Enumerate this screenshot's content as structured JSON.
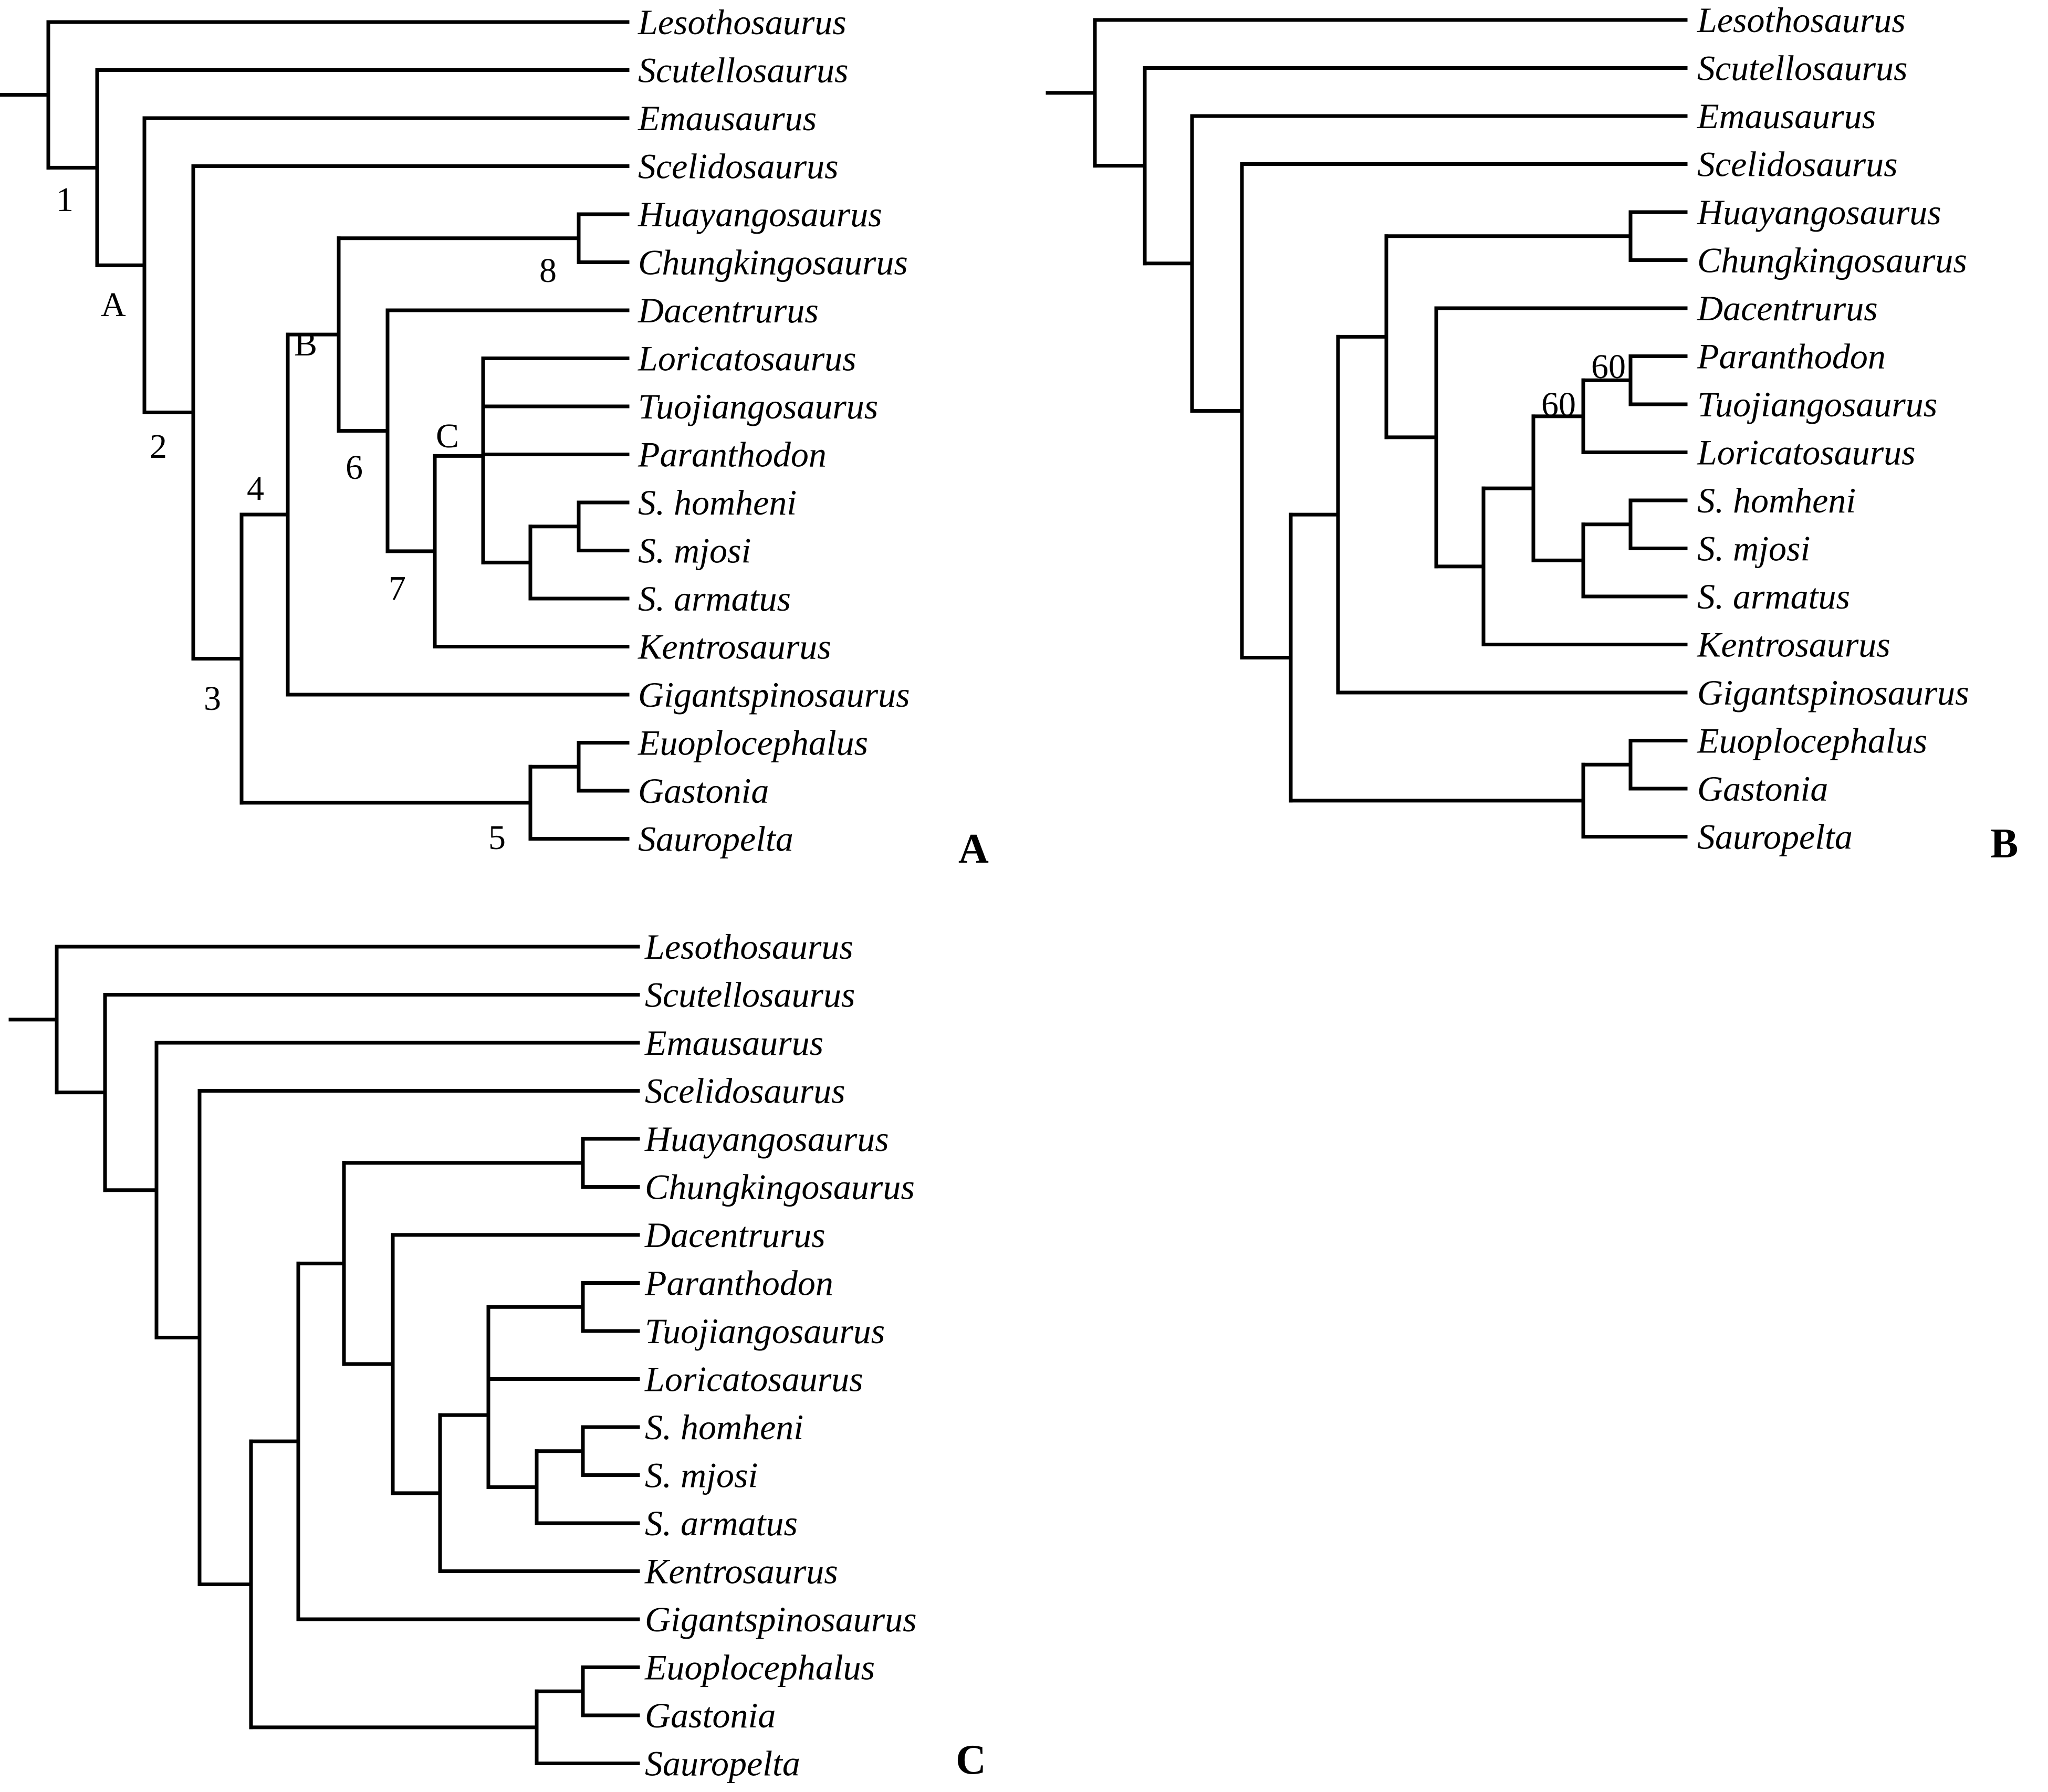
{
  "taxa": {
    "lesothosaurus": "Lesothosaurus",
    "scutellosaurus": "Scutellosaurus",
    "emausaurus": "Emausaurus",
    "scelidosaurus": "Scelidosaurus",
    "huayangosaurus": "Huayangosaurus",
    "chungkingosaurus": "Chungkingosaurus",
    "dacentrurus": "Dacentrurus",
    "loricatosaurus": "Loricatosaurus",
    "tuojiangosaurus": "Tuojiangosaurus",
    "paranthodon": "Paranthodon",
    "s_homheni": "S. homheni",
    "s_mjosi": "S. mjosi",
    "s_armatus": "S. armatus",
    "kentrosaurus": "Kentrosaurus",
    "gigantspinosaurus": "Gigantspinosaurus",
    "euoplocephalus": "Euoplocephalus",
    "gastonia": "Gastonia",
    "sauropelta": "Sauropelta"
  },
  "panels": [
    {
      "letter": "A",
      "tips": [
        "lesothosaurus",
        "scutellosaurus",
        "emausaurus",
        "scelidosaurus",
        "huayangosaurus",
        "chungkingosaurus",
        "dacentrurus",
        "loricatosaurus",
        "tuojiangosaurus",
        "paranthodon",
        "s_homheni",
        "s_mjosi",
        "s_armatus",
        "kentrosaurus",
        "gigantspinosaurus",
        "euoplocephalus",
        "gastonia",
        "sauropelta"
      ],
      "node_labels": [
        "1",
        "A",
        "2",
        "3",
        "4",
        "B",
        "6",
        "C",
        "7",
        "8",
        "5"
      ]
    },
    {
      "letter": "B",
      "tips": [
        "lesothosaurus",
        "scutellosaurus",
        "emausaurus",
        "scelidosaurus",
        "huayangosaurus",
        "chungkingosaurus",
        "dacentrurus",
        "paranthodon",
        "tuojiangosaurus",
        "loricatosaurus",
        "s_homheni",
        "s_mjosi",
        "s_armatus",
        "kentrosaurus",
        "gigantspinosaurus",
        "euoplocephalus",
        "gastonia",
        "sauropelta"
      ],
      "node_labels": [
        "60",
        "60"
      ]
    },
    {
      "letter": "C",
      "tips": [
        "lesothosaurus",
        "scutellosaurus",
        "emausaurus",
        "scelidosaurus",
        "huayangosaurus",
        "chungkingosaurus",
        "dacentrurus",
        "paranthodon",
        "tuojiangosaurus",
        "loricatosaurus",
        "s_homheni",
        "s_mjosi",
        "s_armatus",
        "kentrosaurus",
        "gigantspinosaurus",
        "euoplocephalus",
        "gastonia",
        "sauropelta"
      ],
      "node_labels": []
    }
  ]
}
